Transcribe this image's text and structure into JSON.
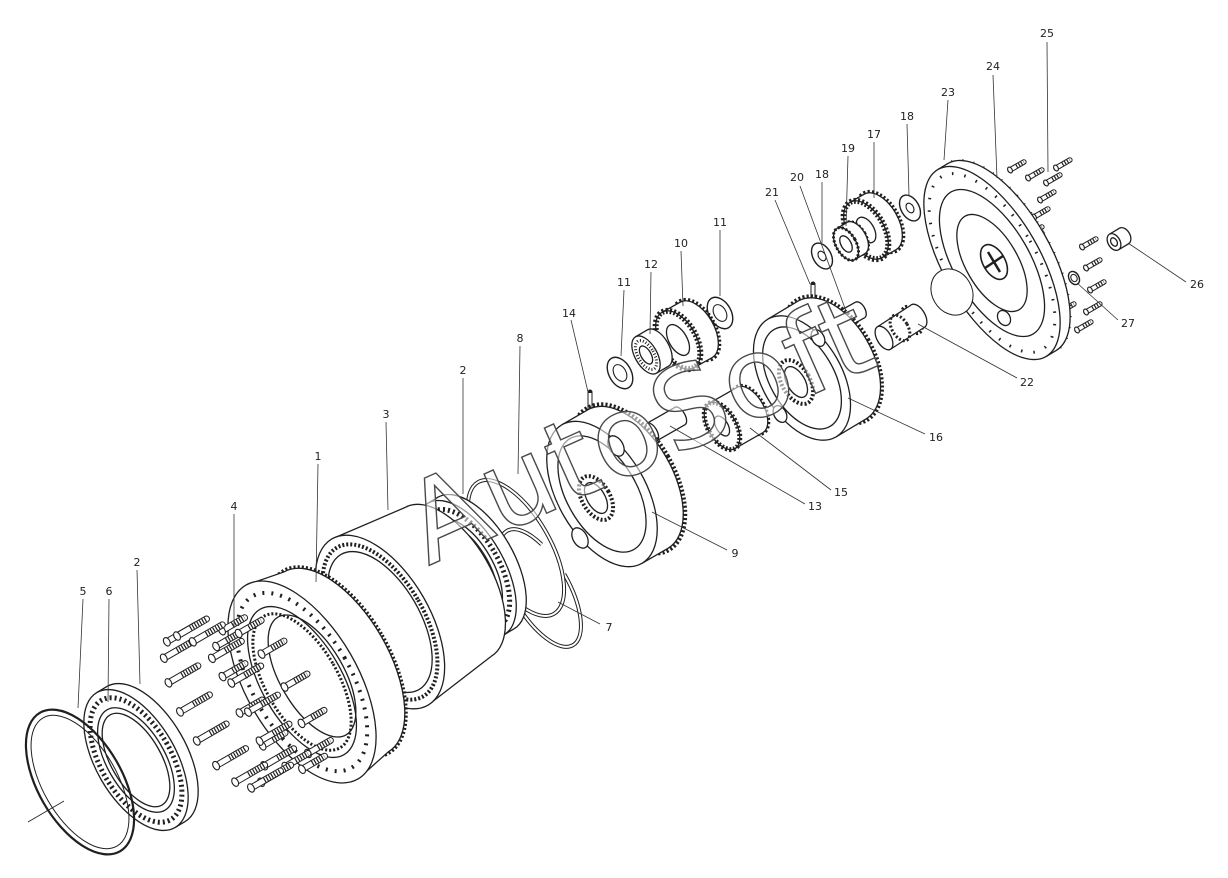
{
  "watermark": "AutoSoft",
  "labels": [
    "25",
    "24",
    "23",
    "18",
    "17",
    "19",
    "18",
    "20",
    "21",
    "11",
    "10",
    "12",
    "11",
    "26",
    "27",
    "14",
    "8",
    "22",
    "2",
    "16",
    "3",
    "1",
    "15",
    "13",
    "9",
    "4",
    "2",
    "6",
    "5",
    "7"
  ]
}
